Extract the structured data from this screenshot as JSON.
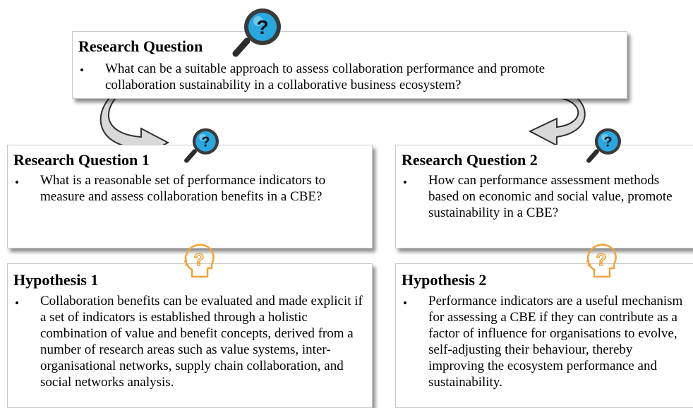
{
  "main_question": {
    "title": "Research Question",
    "text": "What can be a suitable approach to assess collaboration performance and promote collaboration sustainability in a collaborative business ecosystem?"
  },
  "question1": {
    "title": "Research Question 1",
    "text": "What is a reasonable set of performance indicators to measure and assess collaboration benefits in a CBE?"
  },
  "question2": {
    "title": "Research Question 2",
    "text": "How can performance assessment methods based on economic and social value, promote sustainability in a CBE?"
  },
  "hypothesis1": {
    "title": "Hypothesis 1",
    "text": "Collaboration benefits can be evaluated and made explicit if a set of indicators is established through a holistic combination of value and benefit concepts, derived from a number of research areas such as value systems, inter-organisational networks, supply chain collaboration, and social networks analysis."
  },
  "hypothesis2": {
    "title": "Hypothesis 2",
    "text": "Performance indicators are a useful mechanism for assessing a CBE if they can contribute as a factor of influence for organisations to evolve, self-adjusting their behaviour, thereby improving the ecosystem performance and sustainability."
  },
  "bullet_glyph": "•",
  "icons": {
    "question": "magnifier-question-icon",
    "hypothesis": "head-question-icon"
  },
  "colors": {
    "magnifier_glass": "#29a8e0",
    "head_outline": "#f3a233",
    "arrow_fill": "#d9d9d9"
  }
}
